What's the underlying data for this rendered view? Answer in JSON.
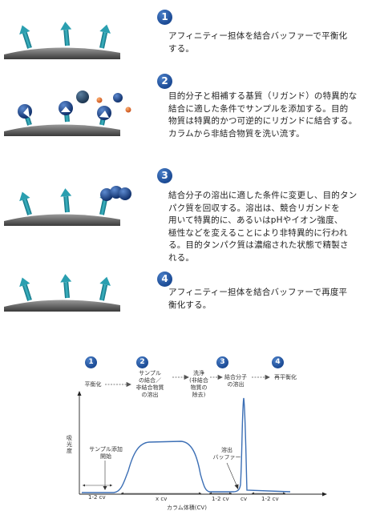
{
  "steps": [
    {
      "num": "1",
      "text": [
        "アフィニティー担体を結合バッファーで平衡化",
        "する。"
      ]
    },
    {
      "num": "2",
      "text": [
        "目的分子と相補する基質（リガンド）の特異的な",
        "結合に適した条件でサンプルを添加する。目的",
        "物質は特異的かつ可逆的にリガンドに結合する。",
        "カラムから非結合物質を洗い流す。"
      ]
    },
    {
      "num": "3",
      "text": [
        "結合分子の溶出に適した条件に変更し、目的タン",
        "パク質を回収する。溶出は、競合リガンドを",
        "用いて特異的に、あるいはpHやイオン強度、",
        "極性などを変えることにより非特異的に行われ",
        "る。目的タンパク質は濃縮された状態で精製さ",
        "れる。"
      ]
    },
    {
      "num": "4",
      "text": [
        "アフィニティー担体を結合バッファーで再度平",
        "衡化する。"
      ]
    }
  ],
  "timeline": {
    "nums": [
      "1",
      "2",
      "3",
      "4"
    ],
    "labels": {
      "equil": "平衡化",
      "sample": [
        "サンプル",
        "の結合／",
        "非結合物質",
        "の溶出"
      ],
      "wash": [
        "洗浄",
        "(非結合",
        "物質の",
        "除去)"
      ],
      "elute": [
        "結合分子",
        "の溶出"
      ],
      "reequil": "再平衡化"
    }
  },
  "chart": {
    "ylabel": "吸光度",
    "xlabel": "カラム体積(CV)",
    "ann_sample": [
      "サンプル添加",
      "開始"
    ],
    "ann_buffer": [
      "溶出",
      "バッファー"
    ],
    "cv_labels": [
      "1-2 cv",
      "x cv",
      "1-2 cv",
      "cv",
      "1-2 cv"
    ]
  },
  "colors": {
    "accent": "#1b4a94",
    "arrow": "#1f8a9a",
    "trace": "#3c6fb5",
    "orange": "#e06a1e"
  }
}
